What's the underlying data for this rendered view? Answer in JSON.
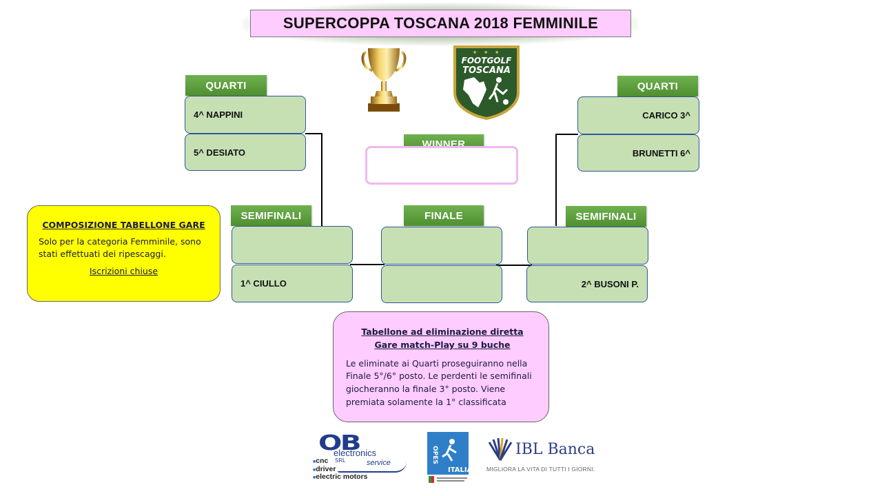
{
  "title": "SUPERCOPPA TOSCANA 2018 FEMMINILE",
  "logo": {
    "line1": "FOOTGOLF",
    "line2": "TOSCANA"
  },
  "headers": {
    "quarti_left": "QUARTI",
    "quarti_right": "QUARTI",
    "semifinali_left": "SEMIFINALI",
    "semifinali_right": "SEMIFINALI",
    "winner": "WINNER",
    "finale": "FINALE"
  },
  "players": {
    "q_left_1": "4^ NAPPINI",
    "q_left_2": "5^ DESIATO",
    "q_right_1": "CARICO 3^",
    "q_right_2": "BRUNETTI 6^",
    "sf_left_1": "",
    "sf_left_2": "1^ CIULLO",
    "sf_right_1": "",
    "sf_right_2": "2^ BUSONI P.",
    "final_1": "",
    "final_2": "",
    "winner": ""
  },
  "composition": {
    "title": "COMPOSIZIONE TABELLONE GARE",
    "text": "Solo per la categoria Femminile, sono stati effettuati dei ripescaggi.",
    "link": "Iscrizioni chiuse"
  },
  "rules": {
    "title_line1": "Tabellone ad eliminazione diretta",
    "title_line2": "Gare match-Play su 9 buche",
    "text": "Le eliminate ai Quarti proseguiranno nella Finale 5°/6° posto.  Le perdenti le semifinali giocheranno la finale 3° posto. Viene premiata solamente la 1° classificata"
  },
  "sponsors": {
    "ob_mark": "OB",
    "ob_electronics": "electronics",
    "ob_srl": "SRL",
    "ob_service": "service",
    "ob_list": [
      "cnc",
      "driver",
      "electric motors"
    ],
    "opes": "OPES ITALIA",
    "ibl_name": "IBL Banca",
    "ibl_tagline": "MIGLIORA LA VITA DI TUTTI I GIORNI."
  },
  "colors": {
    "title_bg": "#ffccff",
    "header_green": "#5a9e3a",
    "slot_green": "#c6e0b4",
    "yellow_box": "#ffff00",
    "pink_box": "#ffccff",
    "winner_border": "#f0b8f0"
  }
}
